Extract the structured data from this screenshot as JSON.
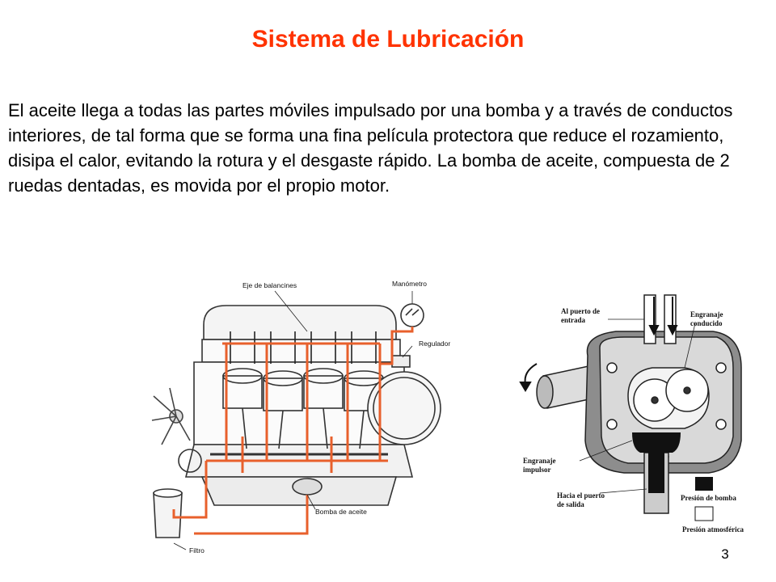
{
  "slide": {
    "title": "Sistema de Lubricación",
    "title_color": "#ff3300",
    "body": "El aceite llega a todas las partes móviles impulsado por una bomba y a través de conductos interiores, de tal forma que se forma una fina película protectora que reduce el rozamiento, disipa el calor, evitando la rotura y el desgaste rápido. La bomba de aceite, compuesta de 2 ruedas dentadas, es movida por el propio motor.",
    "page_number": "3"
  },
  "engine_diagram": {
    "oil_color": "#e8602c",
    "labels": {
      "rocker": "Eje de balancines",
      "gauge": "Manómetro",
      "regulator": "Regulador",
      "pump": "Bomba de aceite",
      "filter": "Filtro"
    }
  },
  "pump_diagram": {
    "labels": {
      "inlet_line1": "Al puerto de",
      "inlet_line2": "entrada",
      "driven_line1": "Engranaje",
      "driven_line2": "conducido",
      "drive_line1": "Engranaje",
      "drive_line2": "impulsor",
      "outlet_line1": "Hacia el puerto",
      "outlet_line2": "de salida",
      "legend_pump": "Presión de bomba",
      "legend_atm": "Presión atmosférica"
    }
  }
}
